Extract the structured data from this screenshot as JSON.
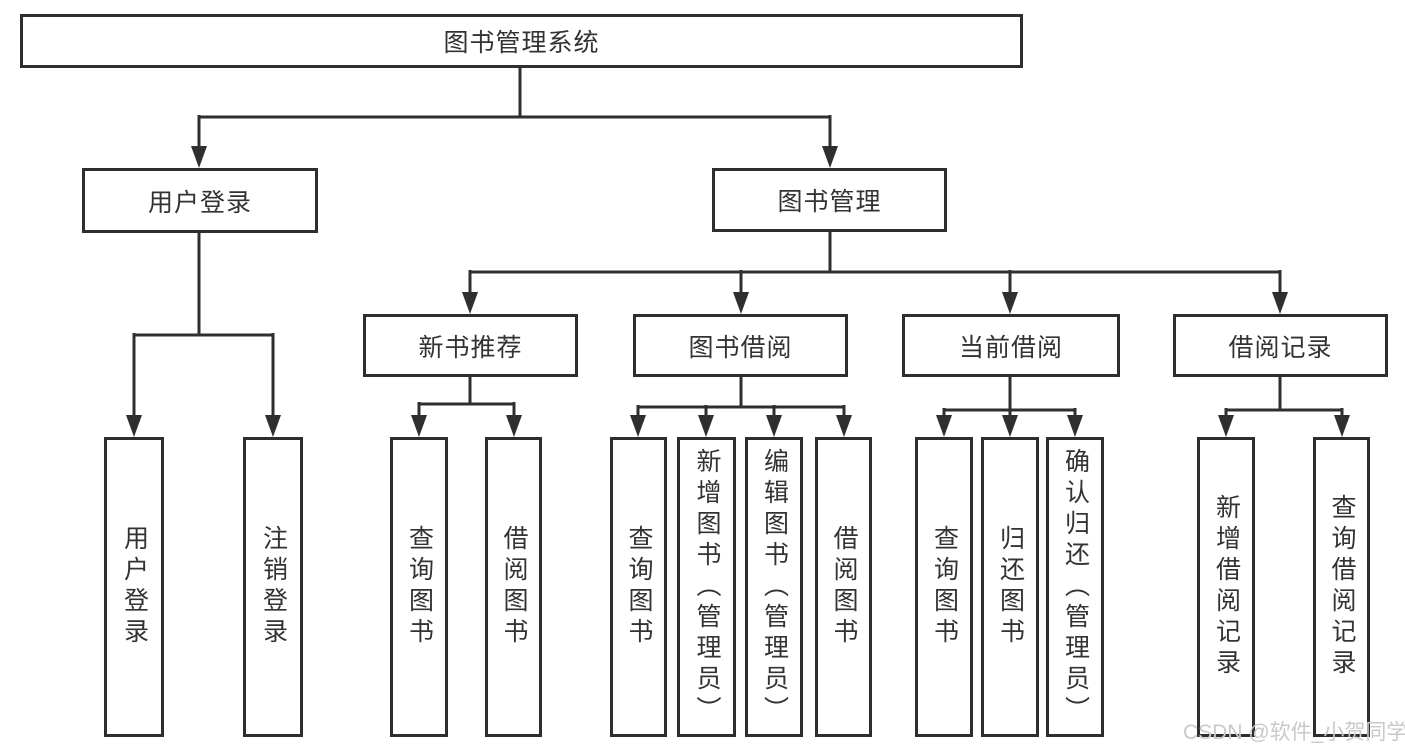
{
  "nodes": {
    "root": "图书管理系统",
    "level1": [
      "用户登录",
      "图书管理"
    ],
    "level2": [
      "新书推荐",
      "图书借阅",
      "当前借阅",
      "借阅记录"
    ],
    "user_login_children": [
      "用户登录",
      "注销登录"
    ],
    "new_book_children": [
      "查询图书",
      "借阅图书"
    ],
    "borrow_children": [
      "查询图书",
      "新增图书（管理员）",
      "编辑图书（管理员）",
      "借阅图书"
    ],
    "current_children": [
      "查询图书",
      "归还图书",
      "确认归还（管理员）"
    ],
    "record_children": [
      "新增借阅记录",
      "查询借阅记录"
    ]
  },
  "watermark": "CSDN @软件_小贺同学",
  "colors": {
    "line": "#2f2f2f",
    "border": "#2e2e2e",
    "text": "#333333",
    "watermark": "#c9c9c9",
    "background": "#ffffff"
  }
}
